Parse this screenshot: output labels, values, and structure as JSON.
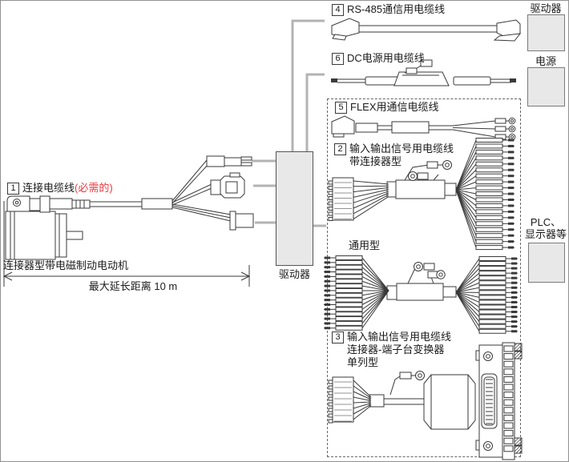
{
  "diagram": {
    "item1": {
      "num": "1",
      "title": "连接电缆线",
      "required_note": "(必需的)"
    },
    "item2": {
      "num": "2",
      "title": "输入输出信号用电缆线",
      "subtitle": "带连接器型",
      "variant_label": "通用型"
    },
    "item3": {
      "num": "3",
      "title": "输入输出信号用电缆线",
      "subtitle1": "连接器-端子台变换器",
      "subtitle2": "单列型"
    },
    "item4": {
      "num": "4",
      "title": "RS-485通信用电缆线"
    },
    "item5": {
      "num": "5",
      "title": "FLEX用通信电缆线"
    },
    "item6": {
      "num": "6",
      "title": "DC电源用电缆线"
    },
    "driver_box_top": "驱动器",
    "power_box": "电源",
    "plc_box_line1": "PLC、",
    "plc_box_line2": "显示器等",
    "driver_box_center": "驱动器",
    "motor_caption": "连接器型带电磁制动电动机",
    "max_distance_caption": "最大延长距离 10 m"
  },
  "colors": {
    "required_red": "#e8383d",
    "connector_line_gray": "#b3b3b3",
    "box_fill": "#e8e8e8"
  }
}
